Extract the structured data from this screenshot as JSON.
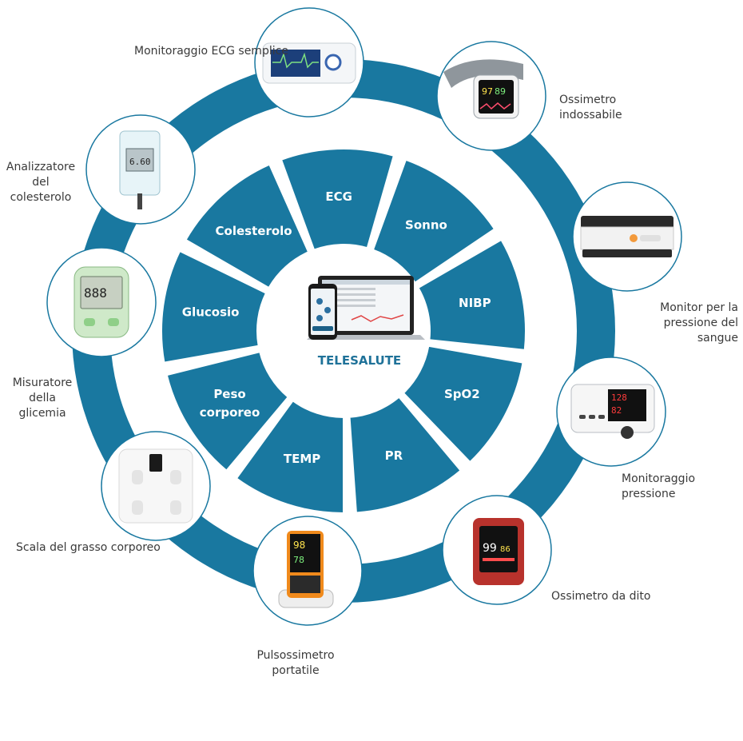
{
  "colors": {
    "ring": "#1978a0",
    "segment": "#1978a0",
    "center_title": "#1f7299",
    "label_text": "#3a3a3a",
    "photo_border": "#1978a0"
  },
  "center": {
    "title": "TELESALUTE",
    "icon": "laptop-and-phone-icon"
  },
  "segments": [
    {
      "label": "ECG"
    },
    {
      "label": "Sonno"
    },
    {
      "label": "NIBP"
    },
    {
      "label": "SpO2"
    },
    {
      "label": "PR"
    },
    {
      "label": "TEMP"
    },
    {
      "label": "Peso corporeo"
    },
    {
      "label": "Glucosio"
    },
    {
      "label": "Colesterolo"
    }
  ],
  "devices": [
    {
      "label": "Monitoraggio ECG semplice",
      "icon": "ecg-monitor-icon"
    },
    {
      "label": "Ossimetro indossabile",
      "icon": "wrist-oximeter-icon"
    },
    {
      "label": "Monitor per la pressione del sangue",
      "icon": "blood-pressure-monitor-icon"
    },
    {
      "label": "Monitoraggio pressione",
      "icon": "patient-monitor-icon"
    },
    {
      "label": "Ossimetro da dito",
      "icon": "finger-oximeter-icon"
    },
    {
      "label": "Pulsossimetro portatile",
      "icon": "handheld-pulse-oximeter-icon"
    },
    {
      "label": "Scala del grasso corporeo",
      "icon": "body-fat-scale-icon"
    },
    {
      "label": "Misuratore della glicemia",
      "icon": "glucose-meter-icon"
    },
    {
      "label": "Analizzatore del colesterolo",
      "icon": "cholesterol-analyzer-icon"
    }
  ]
}
